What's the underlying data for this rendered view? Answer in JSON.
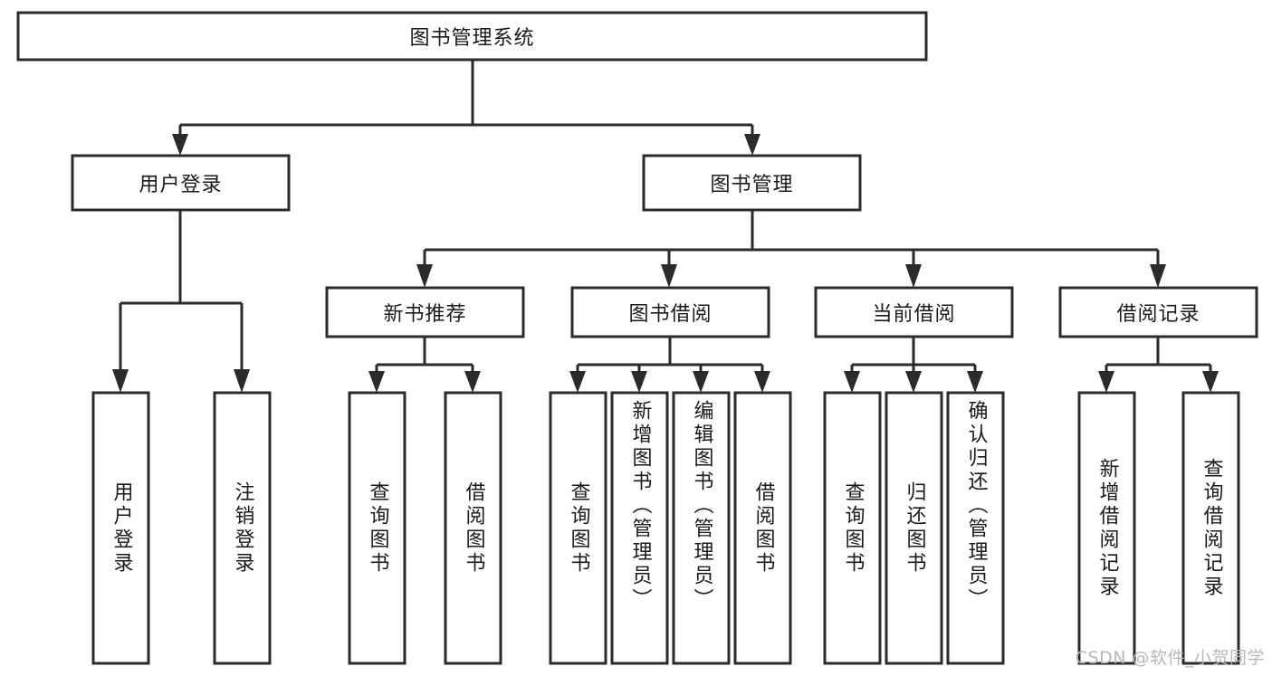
{
  "diagram": {
    "type": "tree",
    "orientation": "top-down",
    "root": {
      "id": "root",
      "label": "图书管理系统"
    },
    "level2": [
      {
        "id": "user-login",
        "label": "用户登录"
      },
      {
        "id": "book-management",
        "label": "图书管理"
      }
    ],
    "level3": [
      {
        "id": "new-book-recommend",
        "label": "新书推荐",
        "parent": "book-management"
      },
      {
        "id": "book-borrow",
        "label": "图书借阅",
        "parent": "book-management"
      },
      {
        "id": "current-borrow",
        "label": "当前借阅",
        "parent": "book-management"
      },
      {
        "id": "borrow-record",
        "label": "借阅记录",
        "parent": "book-management"
      }
    ],
    "leaves": [
      {
        "id": "leaf-user-login",
        "label": "用户登录",
        "parent": "user-login"
      },
      {
        "id": "leaf-logout",
        "label": "注销登录",
        "parent": "user-login"
      },
      {
        "id": "leaf-query-book-1",
        "label": "查询图书",
        "parent": "new-book-recommend"
      },
      {
        "id": "leaf-borrow-book-1",
        "label": "借阅图书",
        "parent": "new-book-recommend"
      },
      {
        "id": "leaf-query-book-2",
        "label": "查询图书",
        "parent": "book-borrow"
      },
      {
        "id": "leaf-add-book",
        "label": "新增图书（管理员）",
        "parent": "book-borrow"
      },
      {
        "id": "leaf-edit-book",
        "label": "编辑图书（管理员）",
        "parent": "book-borrow"
      },
      {
        "id": "leaf-borrow-book-2",
        "label": "借阅图书",
        "parent": "book-borrow"
      },
      {
        "id": "leaf-query-book-3",
        "label": "查询图书",
        "parent": "current-borrow"
      },
      {
        "id": "leaf-return-book",
        "label": "归还图书",
        "parent": "current-borrow"
      },
      {
        "id": "leaf-confirm-return",
        "label": "确认归还（管理员）",
        "parent": "current-borrow"
      },
      {
        "id": "leaf-add-record",
        "label": "新增借阅记录",
        "parent": "borrow-record"
      },
      {
        "id": "leaf-query-record",
        "label": "查询借阅记录",
        "parent": "borrow-record"
      }
    ],
    "colors": {
      "box_stroke": "#2b2b2b",
      "box_fill": "#ffffff",
      "connector": "#2b2b2b",
      "text": "#1a1a1a",
      "background": "#ffffff",
      "watermark": "#b9b9b9"
    }
  },
  "watermark": {
    "text": "CSDN @软件_小贺同学"
  }
}
